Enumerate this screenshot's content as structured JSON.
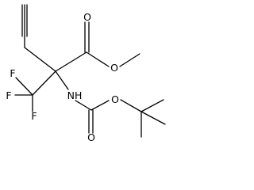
{
  "structure": {
    "atom_labels": {
      "o_carbonyl_ester": "O",
      "o_methoxy": "O",
      "nh": "NH",
      "f_top": "F",
      "f_left": "F",
      "f_bottom": "F",
      "o_carbamate_carbonyl": "O",
      "o_carbamate_ether": "O"
    }
  }
}
